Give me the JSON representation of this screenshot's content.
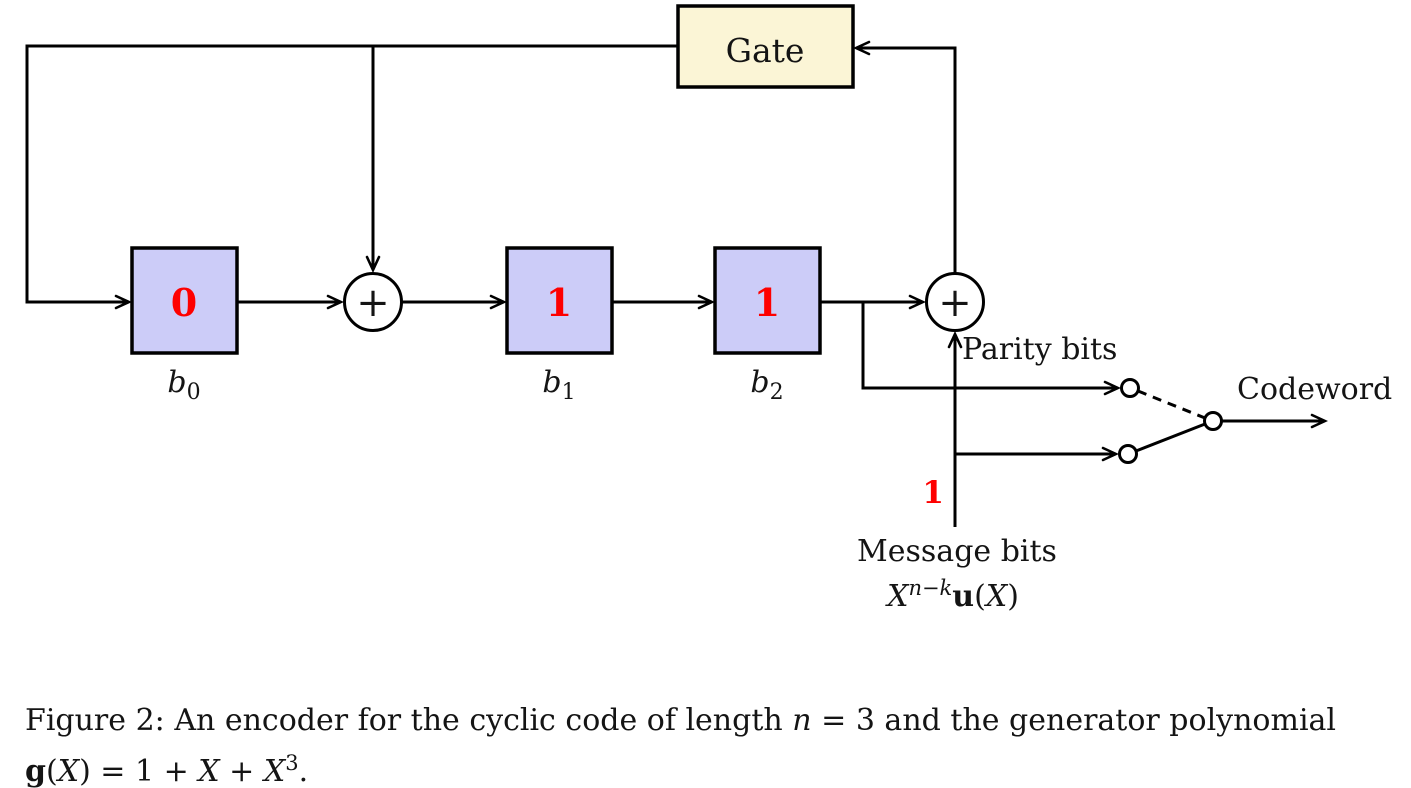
{
  "diagram": {
    "gate": {
      "label": "Gate"
    },
    "registers": [
      {
        "value": "0",
        "name": "b",
        "sub": "0"
      },
      {
        "value": "1",
        "name": "b",
        "sub": "1"
      },
      {
        "value": "1",
        "name": "b",
        "sub": "2"
      }
    ],
    "adders": {
      "symbol": "+"
    },
    "labels": {
      "parity": "Parity bits",
      "codeword": "Codeword",
      "message": "Message bits",
      "message_bit": "1"
    },
    "formula": {
      "X": "X",
      "sup": "n−k",
      "u": "u",
      "p1": "(",
      "X2": "X",
      "p2": ")"
    },
    "colors": {
      "register_fill": "#ccccf8",
      "gate_fill": "#fbf5d6",
      "bit_red": "#fe0000",
      "line": "#000000",
      "background": "#ffffff"
    }
  },
  "caption": {
    "label": "Figure 2:",
    "text1": "An encoder for the cyclic code of length",
    "math_n": "n",
    "text2": "= 3 and the generator polynomial",
    "line2": {
      "g": "g",
      "p1": "(",
      "X1": "X",
      "p2": ") = 1 + ",
      "X2": "X",
      "p3": " + ",
      "X3": "X",
      "sup": "3",
      "end": "."
    }
  }
}
